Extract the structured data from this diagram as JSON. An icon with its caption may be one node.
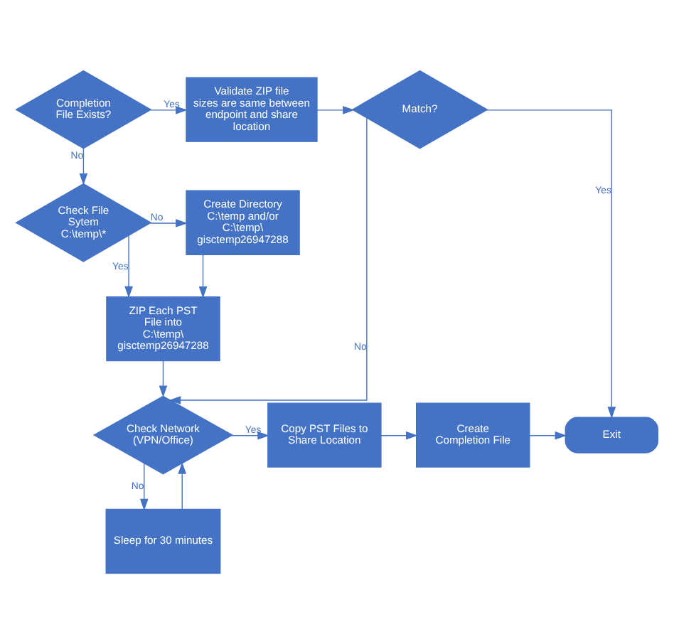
{
  "diagram": {
    "nodes": [
      {
        "text": [
          "Completion File Exists?"
        ]
      },
      {
        "text": [
          "Validate ZIP file sizes are same between endpoint and share location"
        ]
      },
      {
        "text": [
          "Match?"
        ]
      },
      {
        "text": [
          "Check File Sytem C:\\temp\\*"
        ]
      },
      {
        "text": [
          "Create Directory C:\\temp and/or C:\\temp\\ gisctemp26947288"
        ]
      },
      {
        "text": [
          "ZIP Each PST File into C:\\temp\\ gisctemp26947288"
        ]
      },
      {
        "text": [
          "Check Network (VPN/Office)"
        ]
      },
      {
        "text": [
          "Copy PST Files to Share Location"
        ]
      },
      {
        "text": [
          "Create Completion File"
        ]
      },
      {
        "text": [
          "Exit"
        ]
      },
      {
        "text": [
          "Sleep for 30 minutes"
        ]
      }
    ],
    "edges": [
      {
        "from": 0,
        "to": 1,
        "arrow": "to",
        "label": "Yes"
      },
      {
        "from": 0,
        "to": 3,
        "arrow": "to",
        "label": "No"
      },
      {
        "from": 1,
        "to": 2,
        "arrow": "to"
      },
      {
        "from": 2,
        "to": 9,
        "arrow": "to",
        "label": "Yes"
      },
      {
        "from": 2,
        "to": 6,
        "arrow": "to",
        "label": "No"
      },
      {
        "from": 3,
        "to": 4,
        "arrow": "to",
        "label": "No"
      },
      {
        "from": 3,
        "to": 5,
        "arrow": "to",
        "label": "Yes"
      },
      {
        "from": 4,
        "to": 5,
        "arrow": "to"
      },
      {
        "from": 5,
        "to": 6,
        "arrow": "to"
      },
      {
        "from": 6,
        "to": 7,
        "arrow": "to",
        "label": "Yes"
      },
      {
        "from": 6,
        "to": 10,
        "arrow": "to",
        "label": "No"
      },
      {
        "from": 7,
        "to": 8,
        "arrow": "to"
      },
      {
        "from": 8,
        "to": 9,
        "arrow": "to"
      },
      {
        "from": 10,
        "to": 6,
        "arrow": "to"
      }
    ]
  }
}
